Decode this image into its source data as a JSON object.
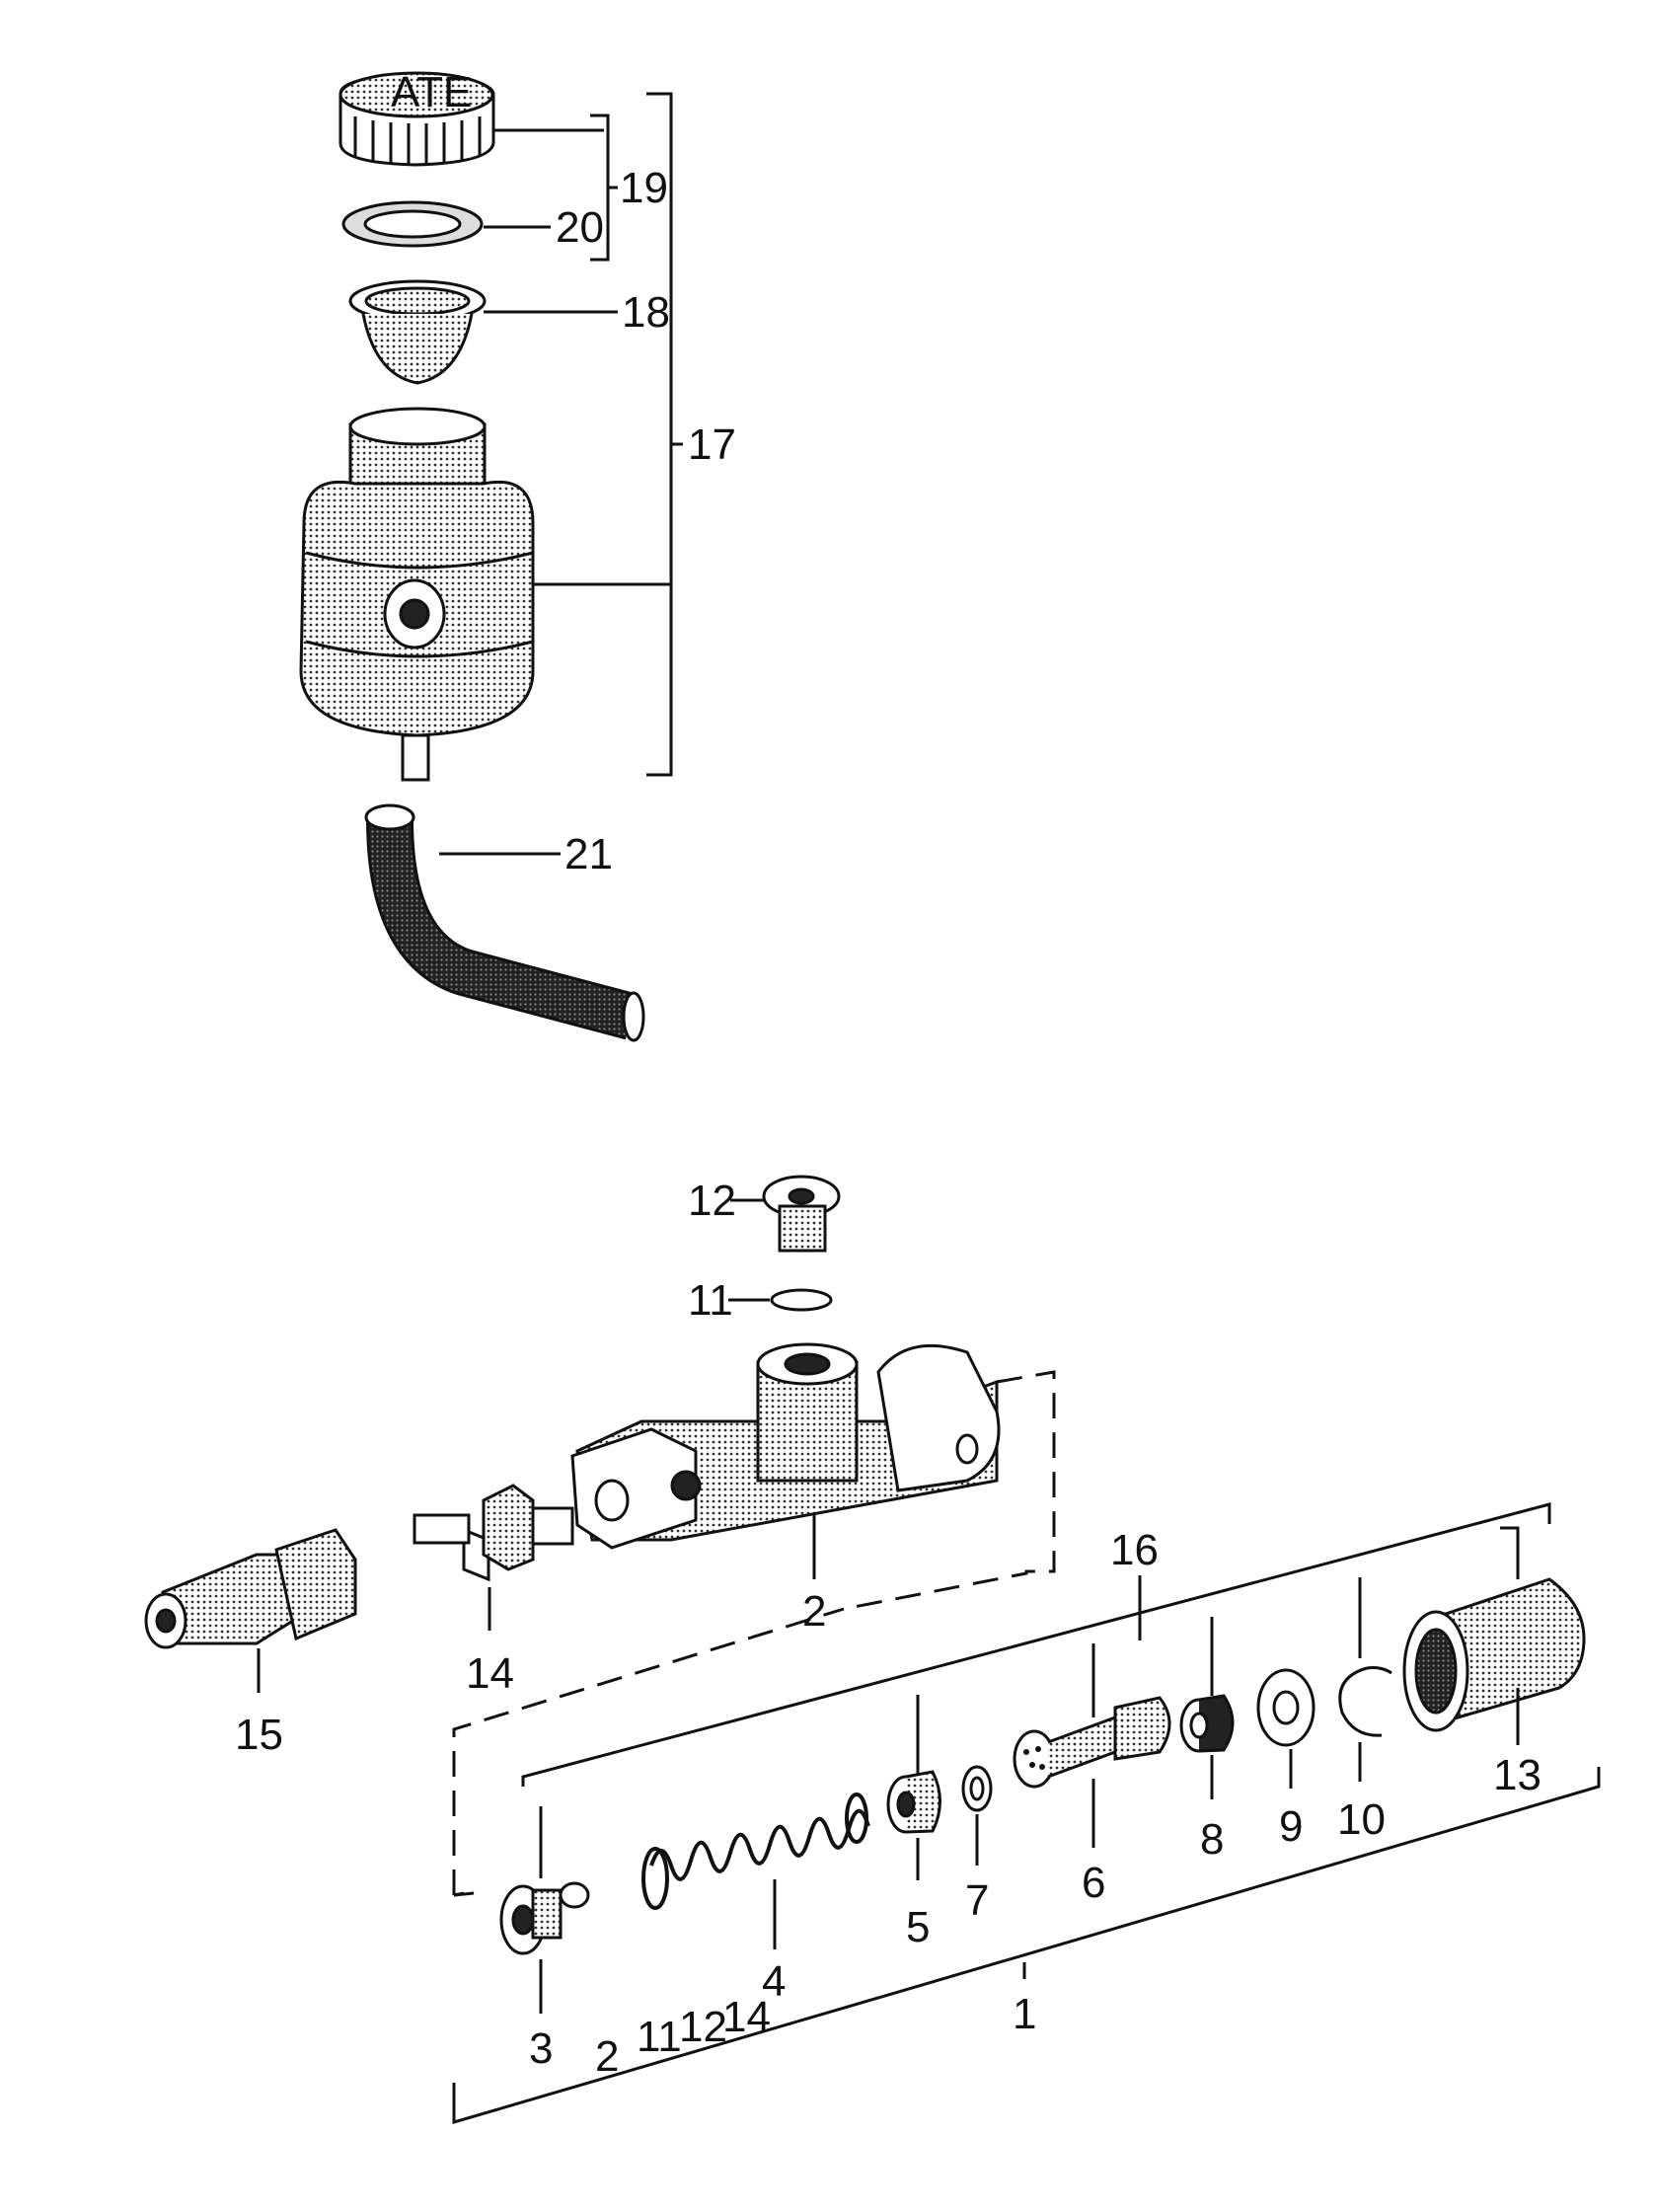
{
  "cap_emblem": "ATE",
  "labels": {
    "l1": "1",
    "l2": "2",
    "l3": "3",
    "l4": "4",
    "l5": "5",
    "l6": "6",
    "l7": "7",
    "l8": "8",
    "l9": "9",
    "l10": "10",
    "l11": "11",
    "l12": "12",
    "l13": "13",
    "l14": "14",
    "l15": "15",
    "l16": "16",
    "l17": "17",
    "l18": "18",
    "l19": "19",
    "l20": "20",
    "l21": "21"
  },
  "kit_contents": [
    "2",
    "11",
    "12",
    "14"
  ]
}
